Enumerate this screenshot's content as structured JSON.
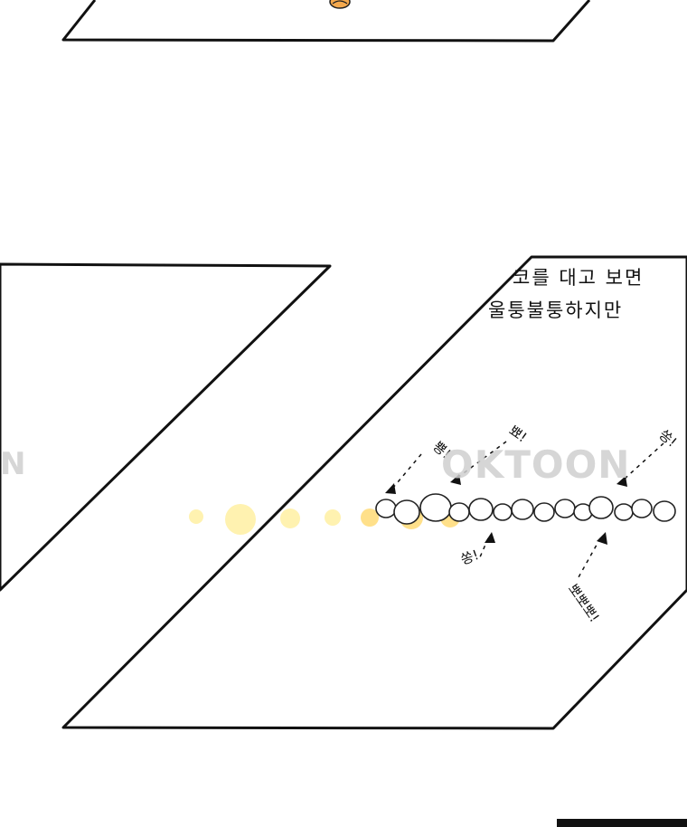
{
  "caption": {
    "line1": "코를 대고 보면",
    "line2": "울퉁불퉁하지만"
  },
  "sfx": {
    "left_top": "뿅!",
    "mid_top": "뾰!",
    "right_top": "쏭!",
    "left_bottom": "쏭!",
    "right_bottom": "뽀뽀뽀!"
  },
  "watermark": {
    "main": "OKTOON",
    "left_fragment": "N"
  },
  "colors": {
    "background": "#ffffff",
    "ink": "#111111",
    "dot_yellow": "#fff2b0",
    "dot_orange": "#ffe08a",
    "character_orange": "#f4a94e"
  },
  "icons": {
    "character_peek": "orange-character-icon",
    "arrows": "arrowhead-icon"
  }
}
